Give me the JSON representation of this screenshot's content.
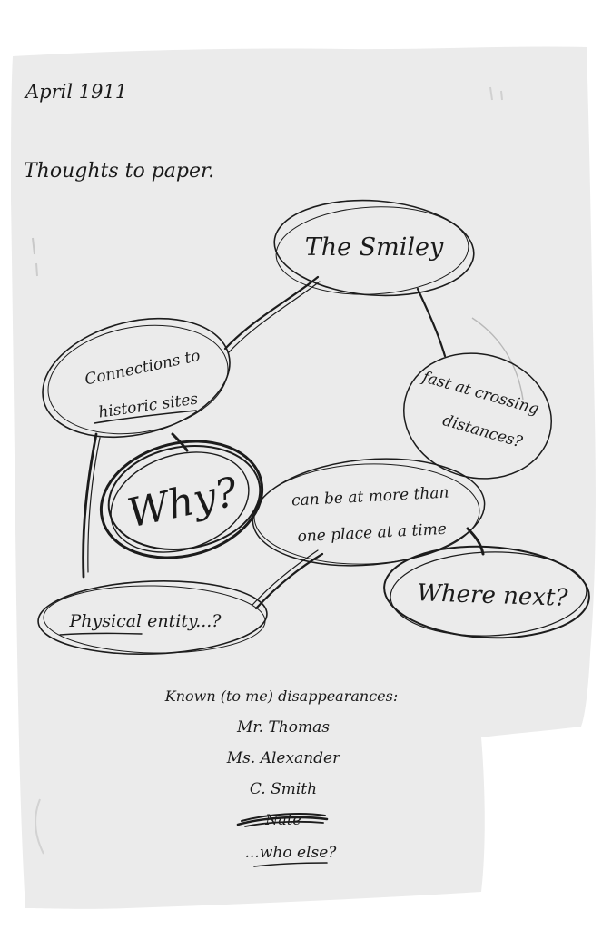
{
  "header": {
    "date": "April 1911",
    "subtitle": "Thoughts to paper."
  },
  "map": {
    "center": "Why?",
    "nodes": {
      "smiley": "The Smiley",
      "connections_line1": "Connections to",
      "connections_line2": "historic sites",
      "fast_line1": "fast at crossing",
      "fast_line2": "distances?",
      "multi_line1": "can be at more than",
      "multi_line2": "one place at a time",
      "where_next": "Where next?",
      "physical": "Physical entity...?"
    }
  },
  "list": {
    "title": "Known (to me) disappearances:",
    "items": [
      "Mr. Thomas",
      "Ms. Alexander",
      "C. Smith"
    ],
    "crossed_item": "Nate",
    "closing": "...who else?"
  }
}
